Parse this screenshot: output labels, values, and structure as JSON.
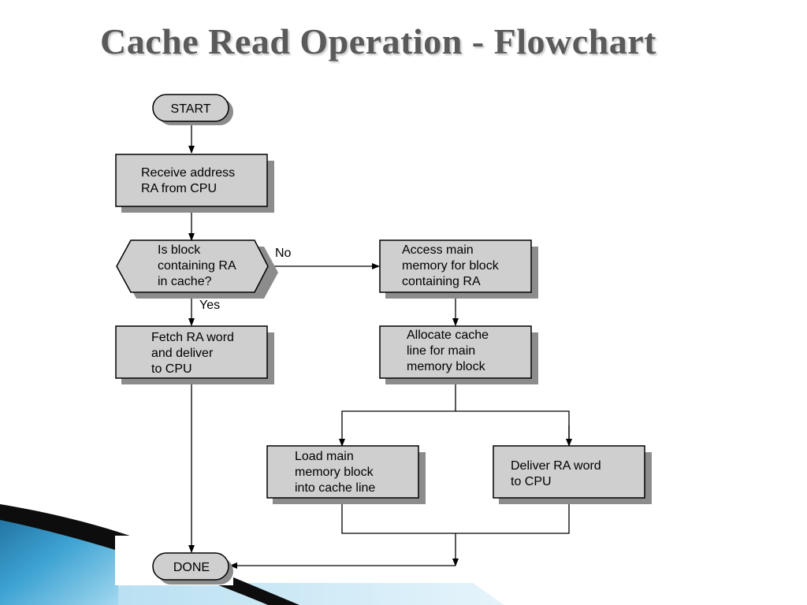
{
  "title": "Cache Read Operation - Flowchart",
  "nodes": {
    "start": {
      "label": "START"
    },
    "receive": {
      "line1": "Receive address",
      "line2": "RA from CPU"
    },
    "decision": {
      "line1": "Is block",
      "line2": "containing RA",
      "line3": "in cache?"
    },
    "fetch": {
      "line1": "Fetch RA word",
      "line2": "and deliver",
      "line3": "to CPU"
    },
    "access": {
      "line1": "Access main",
      "line2": "memory for block",
      "line3": "containing RA"
    },
    "allocate": {
      "line1": "Allocate cache",
      "line2": "line for main",
      "line3": "memory block"
    },
    "load": {
      "line1": "Load main",
      "line2": "memory block",
      "line3": "into cache line"
    },
    "deliver": {
      "line1": "Deliver RA word",
      "line2": "to CPU"
    },
    "done": {
      "label": "DONE"
    }
  },
  "edges": {
    "no_label": "No",
    "yes_label": "Yes"
  },
  "colors": {
    "box_fill": "#cfcfcf",
    "shadow": "#8c8c8c",
    "title": "#5a5a5a",
    "swoosh_blue": "#2f8fc0",
    "swoosh_light": "#9fd2ec"
  }
}
